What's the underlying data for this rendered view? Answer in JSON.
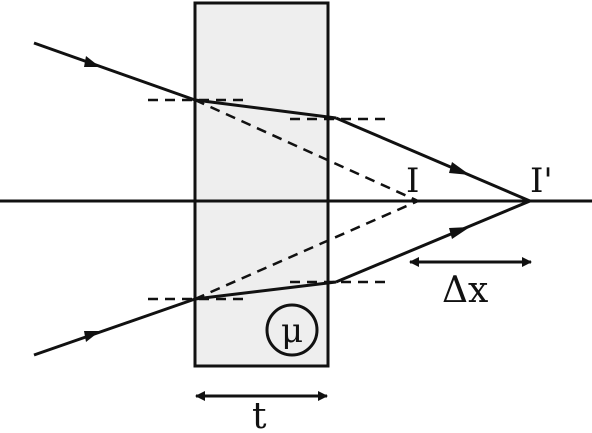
{
  "figure": {
    "type": "ray-optics",
    "description_label_image": "I",
    "description_label_shifted_image": "I'",
    "shift_label": "Δx",
    "thickness_label": "t",
    "refractive_index_label": "μ"
  },
  "colors": {
    "slab_fill": "#eeeeee",
    "stroke": "#111111"
  }
}
